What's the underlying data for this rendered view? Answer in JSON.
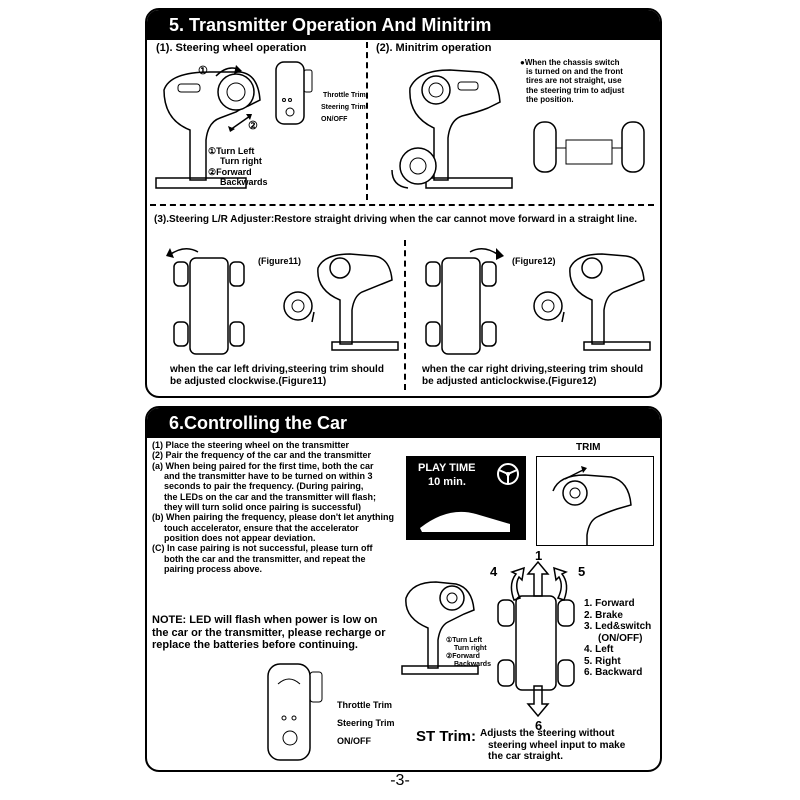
{
  "section5": {
    "title": "5. Transmitter Operation And Minitrim",
    "steering_heading": "(1). Steering wheel operation",
    "minitrim_heading": "(2). Minitrim  operation",
    "callout_1": "①",
    "callout_2": "②",
    "legend_1": "①Turn Left",
    "legend_1b": "Turn right",
    "legend_2": "②Forward",
    "legend_2b": "Backwards",
    "throttle_trim": "Throttle Trim",
    "steering_trim": "Steering Trim",
    "on_off": "ON/OFF",
    "chassis_note": [
      "●When the chassis switch",
      "is turned on and the front",
      "tires  are not straight, use",
      "the steering trim to  adjust",
      "the position."
    ],
    "adjuster_heading": "(3).Steering L/R Adjuster:Restore straight driving when the car cannot move forward in a straight line.",
    "figure11": "(Figure11)",
    "figure12": "(Figure12)",
    "caption11": [
      "when the car left driving,steering trim should",
      "be adjusted clockwise.(Figure11)"
    ],
    "caption12": [
      "when the car right driving,steering trim should",
      "be adjusted anticlockwise.(Figure12)"
    ]
  },
  "section6": {
    "title": "6.Controlling the Car",
    "steps": [
      "(1) Place the steering wheel on the transmitter",
      "(2) Pair the frequency of the car and the transmitter",
      "(a) When being paired for the first time, both the car",
      "     and the transmitter have to be turned on within 3",
      "     seconds to pair the frequency. (During pairing,",
      "     the LEDs on the car and the transmitter will flash;",
      "     they will turn solid once pairing is successful)",
      "(b) When pairing the frequency, please don't let anything",
      "     touch accelerator, ensure that the accelerator",
      "     position does not appear deviation.",
      "(C) In case pairing is not successful, please turn off",
      "     both the car and the transmitter, and repeat the",
      "     pairing process above."
    ],
    "note": [
      "NOTE: LED will flash when power is low on",
      "the car or the transmitter, please recharge or",
      "replace the batteries before continuing."
    ],
    "play_time": "PLAY TIME",
    "play_minutes": "10 min.",
    "trim_label": "TRIM",
    "small_legend_1": "①Turn Left",
    "small_legend_1b": "Turn right",
    "small_legend_2": "②Forward",
    "small_legend_2b": "Backwards",
    "throttle_trim": "Throttle Trim",
    "steering_trim": "Steering Trim",
    "on_off": "ON/OFF",
    "dir_numbers": [
      "1",
      "4",
      "5",
      "6"
    ],
    "directions": [
      "1. Forward",
      "2. Brake",
      "3. Led&switch",
      "(ON/OFF)",
      "4. Left",
      "5. Right",
      "6. Backward"
    ],
    "st_trim": "ST Trim:",
    "st_trim_desc": [
      "Adjusts the steering without",
      "steering wheel input to make",
      "the car straight."
    ]
  },
  "page_number": "-3-"
}
